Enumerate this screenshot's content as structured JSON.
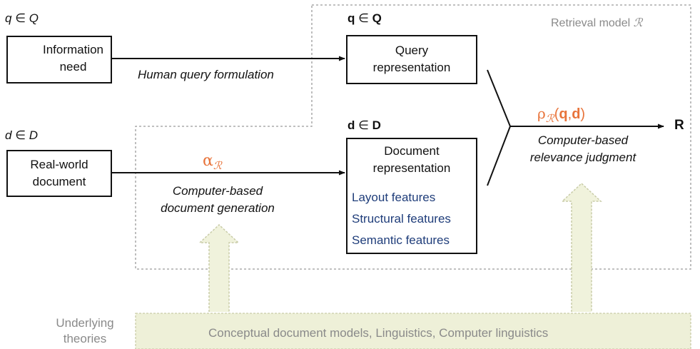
{
  "colors": {
    "ink": "#111111",
    "gray": "#8a8a8a",
    "dashed": "#9a9a9a",
    "feature_blue": "#1f3d7a",
    "accent_orange": "#e8743b",
    "theory_fill": "#eef0d8",
    "arrow_fill": "#f0f2dc",
    "arrow_stroke": "#c9cca8"
  },
  "retrieval_model": {
    "label_text": "Retrieval model ",
    "label_symbol": "ℛ"
  },
  "info_need": {
    "set_var": "q",
    "set_rel": "∈",
    "set_name": "Q",
    "line1": "Information",
    "line2": "need",
    "icon": "person-icon"
  },
  "query_rep": {
    "set_var": "q",
    "set_rel": "∈",
    "set_name": "Q",
    "line1": "Query",
    "line2": "representation"
  },
  "document": {
    "set_var": "d",
    "set_rel": "∈",
    "set_name": "D",
    "line1": "Real-world",
    "line2": "document"
  },
  "doc_rep": {
    "set_var": "d",
    "set_rel": "∈",
    "set_name": "D",
    "line1": "Document",
    "line2": "representation",
    "features": [
      "Layout features",
      "Structural features",
      "Semantic features"
    ]
  },
  "edges": {
    "query_formulation": "Human query formulation",
    "alpha_symbol": "α",
    "alpha_sub": "ℛ",
    "doc_generation_line1": "Computer-based",
    "doc_generation_line2": "document generation",
    "rho_symbol": "ρ",
    "rho_sub": "ℛ",
    "rho_args_open": "(",
    "rho_q": "q",
    "rho_comma": ",",
    "rho_d": "d",
    "rho_args_close": ")",
    "relevance_line1": "Computer-based",
    "relevance_line2": "relevance judgment",
    "result": "R"
  },
  "theories": {
    "label_line1": "Underlying",
    "label_line2": "theories",
    "content": "Conceptual document models,  Linguistics,  Computer linguistics"
  }
}
